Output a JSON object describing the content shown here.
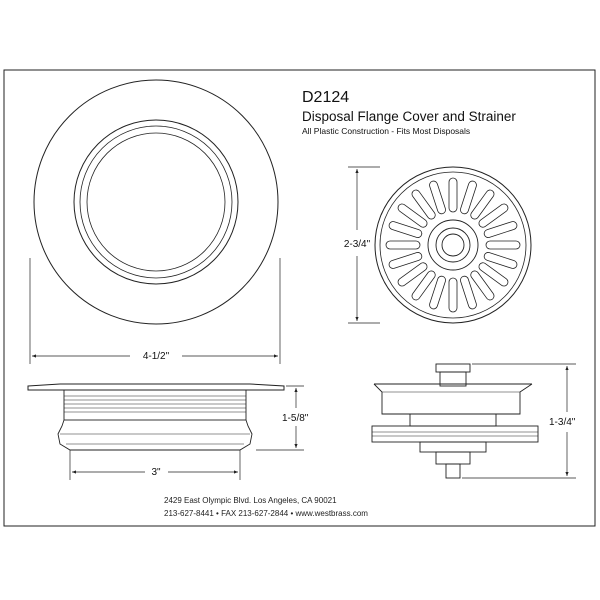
{
  "title": {
    "part_number": "D2124",
    "product_name": "Disposal Flange Cover and Strainer",
    "description": "All Plastic Construction - Fits Most Disposals"
  },
  "dimensions": {
    "flange_diameter": "4-1/2\"",
    "flange_body_width": "3\"",
    "flange_height": "1-5/8\"",
    "strainer_diameter": "2-3/4\"",
    "strainer_height": "1-3/4\""
  },
  "footer": {
    "address": "2429 East Olympic Blvd. Los Angeles, CA  90021",
    "contact": "213-627-8441 • FAX 213-627-2844 • www.westbrass.com"
  },
  "colors": {
    "line": "#222222",
    "background": "#ffffff"
  }
}
